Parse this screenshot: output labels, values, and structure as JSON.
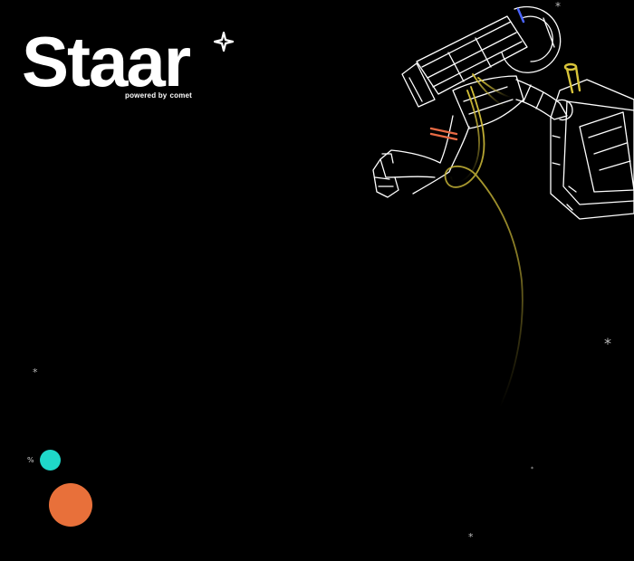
{
  "logo": {
    "wordmark": "Staar",
    "powered_by": "powered by",
    "brand": "comet"
  },
  "decor": {
    "percent_glyph": "%",
    "star_glyph": "*"
  },
  "colors": {
    "background": "#000000",
    "logo": "#ffffff",
    "cyan_dot": "#1fd8c9",
    "orange_dot": "#e8703a",
    "hose": "#c8b535",
    "suit_stripe": "#e86a44",
    "accent_blue": "#4a64ff"
  },
  "icons": [
    "sparkle-icon",
    "astronaut-illustration",
    "star-icon"
  ]
}
